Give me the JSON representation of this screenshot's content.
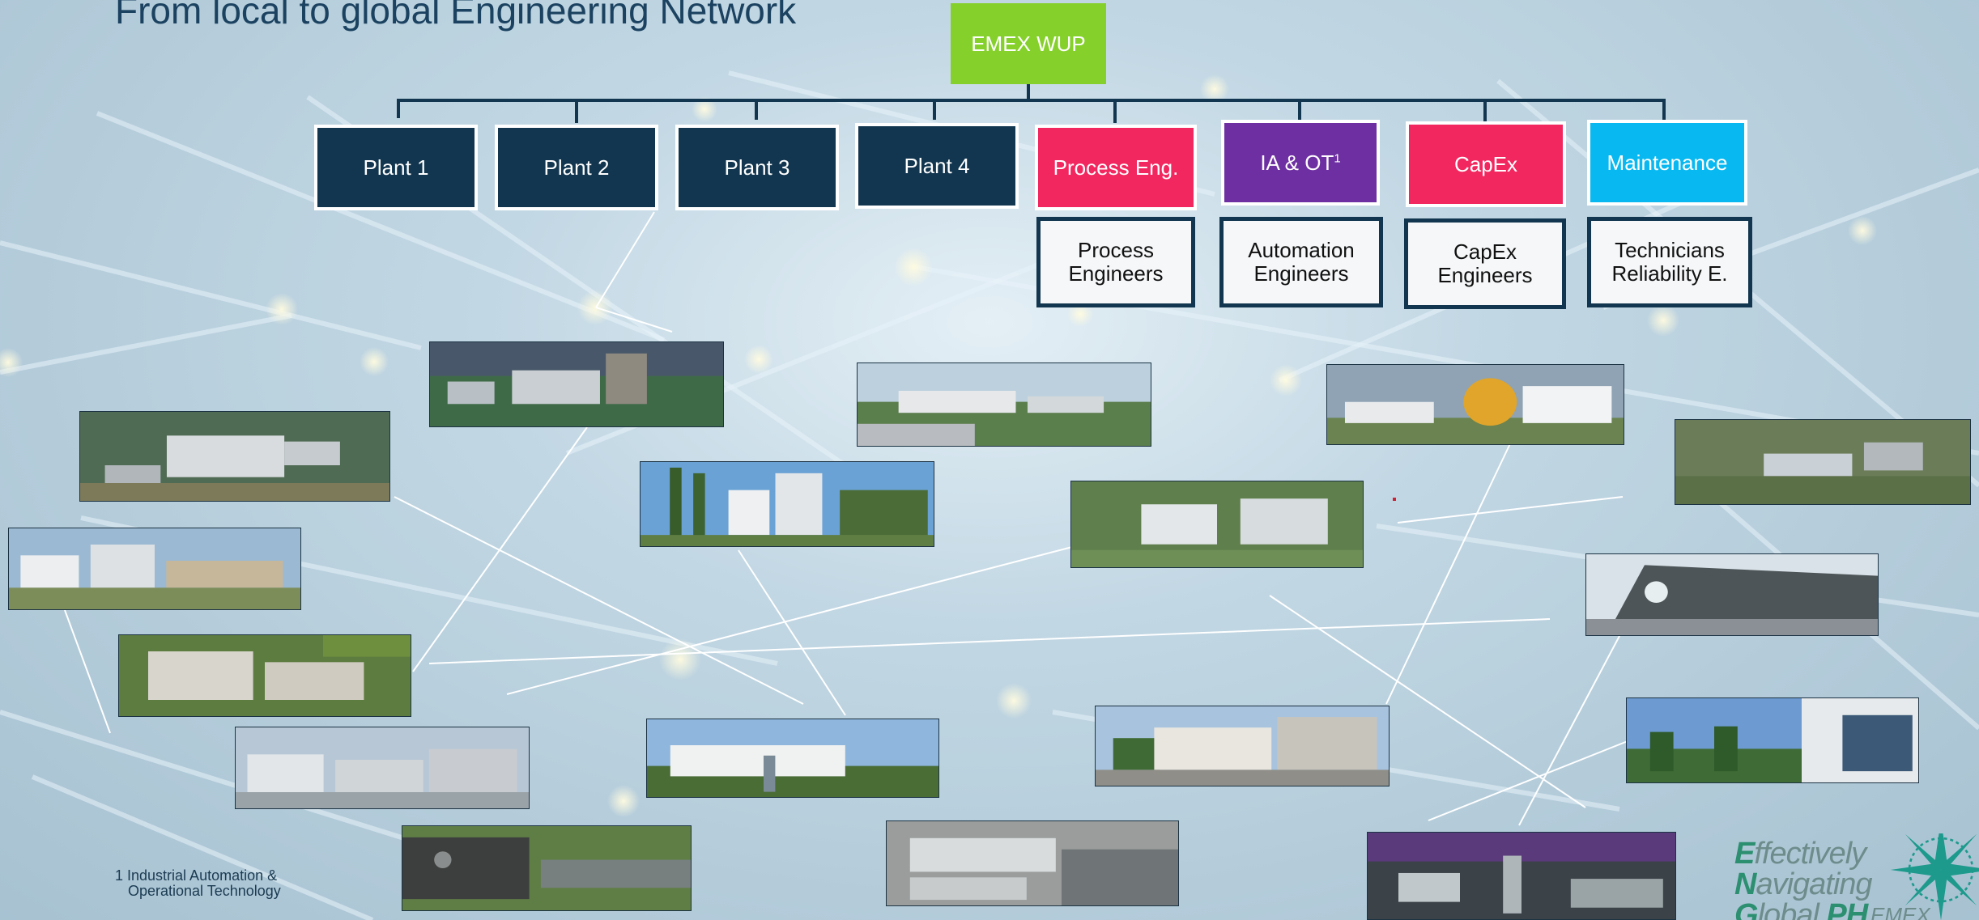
{
  "slide": {
    "title": "From local to global Engineering Network",
    "root": "EMEX WUP",
    "plants": [
      "Plant 1",
      "Plant 2",
      "Plant 3",
      "Plant 4"
    ],
    "functions": [
      {
        "label": "Process Eng.",
        "sub": [
          "Process",
          "Engineers"
        ],
        "color": "#f2275f"
      },
      {
        "label": "IA & OT",
        "superscript": "1",
        "sub": [
          "Automation",
          "Engineers"
        ],
        "color": "#6d2fa1"
      },
      {
        "label": "CapEx",
        "sub": [
          "CapEx",
          "Engineers"
        ],
        "color": "#f2275f"
      },
      {
        "label": "Maintenance",
        "sub": [
          "Technicians",
          "Reliability E."
        ],
        "color": "#08b8f0"
      }
    ],
    "footnote": {
      "line1": "1 Industrial Automation &",
      "line2": "Operational Technology"
    },
    "logo": {
      "lines": [
        [
          "E",
          "ffectively"
        ],
        [
          "N",
          "avigating"
        ],
        [
          "G",
          "lobal",
          "PH"
        ]
      ],
      "tag": "EMEX"
    },
    "colors": {
      "root": "#85d02b",
      "plant": "#12364f",
      "connector": "#12364f"
    }
  }
}
